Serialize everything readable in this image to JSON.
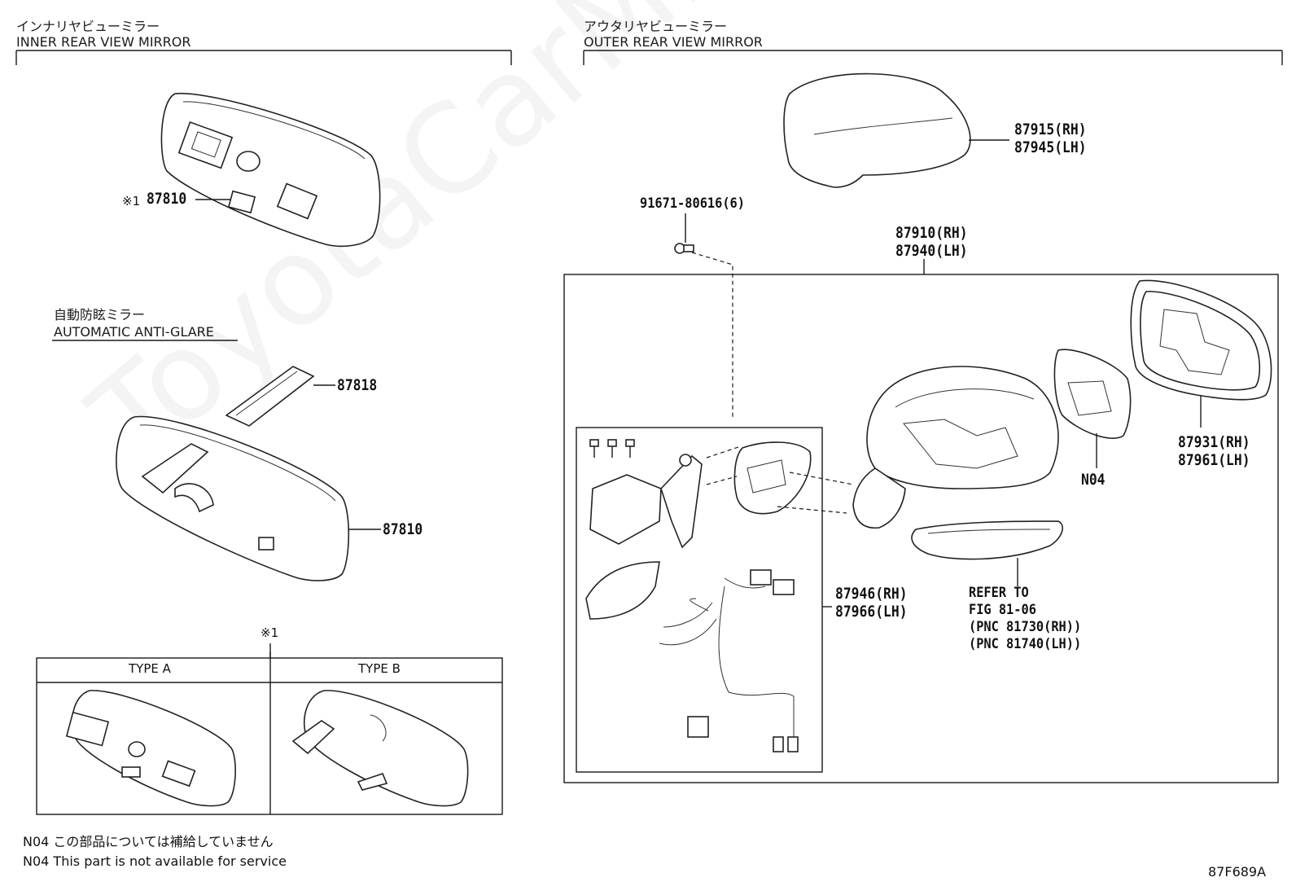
{
  "inner_section": {
    "title_jp": "インナリヤビューミラー",
    "title_en": "INNER REAR VIEW MIRROR",
    "callout_1": {
      "mark": "※1",
      "number": "87810"
    },
    "sub_title_jp": "自動防眩ミラー",
    "sub_title_en": "AUTOMATIC ANTI-GLARE",
    "callout_87818": "87818",
    "callout_87810": "87810",
    "note_mark": "※1",
    "type_a": "TYPE A",
    "type_b": "TYPE B"
  },
  "outer_section": {
    "title_jp": "アウタリヤビューミラー",
    "title_en": "OUTER REAR VIEW MIRROR",
    "cover_rh": "87915(RH)",
    "cover_lh": "87945(LH)",
    "screw": "91671-80616(6)",
    "assy_rh": "87910(RH)",
    "assy_lh": "87940(LH)",
    "glass_rh": "87931(RH)",
    "glass_lh": "87961(LH)",
    "n04": "N04",
    "motor_rh": "87946(RH)",
    "motor_lh": "87966(LH)",
    "refer": [
      "REFER TO",
      "FIG 81-06",
      "(PNC 81730(RH))",
      "(PNC 81740(LH))"
    ]
  },
  "footnotes": {
    "jp": "N04 この部品については補給していません",
    "en": "N04 This part is not available for service"
  },
  "figure_code": "87F689A",
  "watermark": "ToyotaCarMirre.ru"
}
